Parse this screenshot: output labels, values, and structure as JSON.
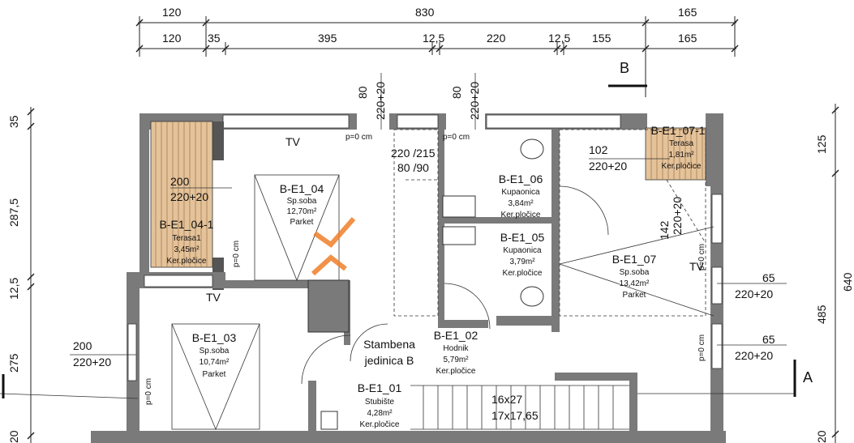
{
  "dimensions": {
    "top_row1": [
      "120",
      "830",
      "165"
    ],
    "top_row2": [
      "120",
      "35",
      "395",
      "12,5",
      "220",
      "12,5",
      "155",
      "165"
    ],
    "left": [
      "35",
      "287,5",
      "12,5",
      "275"
    ],
    "right": [
      "125",
      "640",
      "485",
      "20"
    ],
    "bottom_left": "20",
    "bottom_right": "20"
  },
  "openings": {
    "top_a_w": "80",
    "top_a_h": "220+20",
    "top_b_w": "80",
    "top_b_h": "220+20",
    "door_left_w": "200",
    "door_left_h": "220+20",
    "door_left2_w": "200",
    "door_left2_h": "220+20",
    "door_int_a": "220 /215",
    "door_int_b": "80 /90",
    "window_102_w": "102",
    "window_102_h": "220+20",
    "window_142_w": "142",
    "window_142_h": "220+20",
    "right_a_w": "65",
    "right_a_h": "220+20",
    "right_b_w": "65",
    "right_b_h": "220+20",
    "stairs_a": "16x27",
    "stairs_b": "17x17,65"
  },
  "sill": "p=0 cm",
  "tv": "TV",
  "section_a": "A",
  "section_b": "B",
  "rooms": [
    {
      "code": "B-E1_04",
      "name": "Sp.soba",
      "area": "12,70m²",
      "floor": "Parket"
    },
    {
      "code": "B-E1_04-1",
      "name": "Terasa1",
      "area": "3,45m²",
      "floor": "Ker.pločice"
    },
    {
      "code": "B-E1_03",
      "name": "Sp.soba",
      "area": "10,74m²",
      "floor": "Parket"
    },
    {
      "code": "B-E1_06",
      "name": "Kupaonica",
      "area": "3,84m²",
      "floor": "Ker.pločice"
    },
    {
      "code": "B-E1_05",
      "name": "Kupaonica",
      "area": "3,79m²",
      "floor": "Ker.pločice"
    },
    {
      "code": "B-E1_07",
      "name": "Sp.soba",
      "area": "13,42m²",
      "floor": "Parket"
    },
    {
      "code": "B-E1_07-1",
      "name": "Terasa",
      "area": "1,81m²",
      "floor": "Ker.pločice"
    },
    {
      "code": "B-E1_02",
      "name": "Hodnik",
      "area": "5,79m²",
      "floor": "Ker.pločice"
    },
    {
      "code": "B-E1_01",
      "name": "Stubište",
      "area": "4,28m²",
      "floor": "Ker.pločice"
    }
  ],
  "unit_label_1": "Stambena",
  "unit_label_2": "jedinica B",
  "colors": {
    "wall": "#7a7a7a",
    "deck": "#c99a6a",
    "watermark": "#f07f2a"
  }
}
